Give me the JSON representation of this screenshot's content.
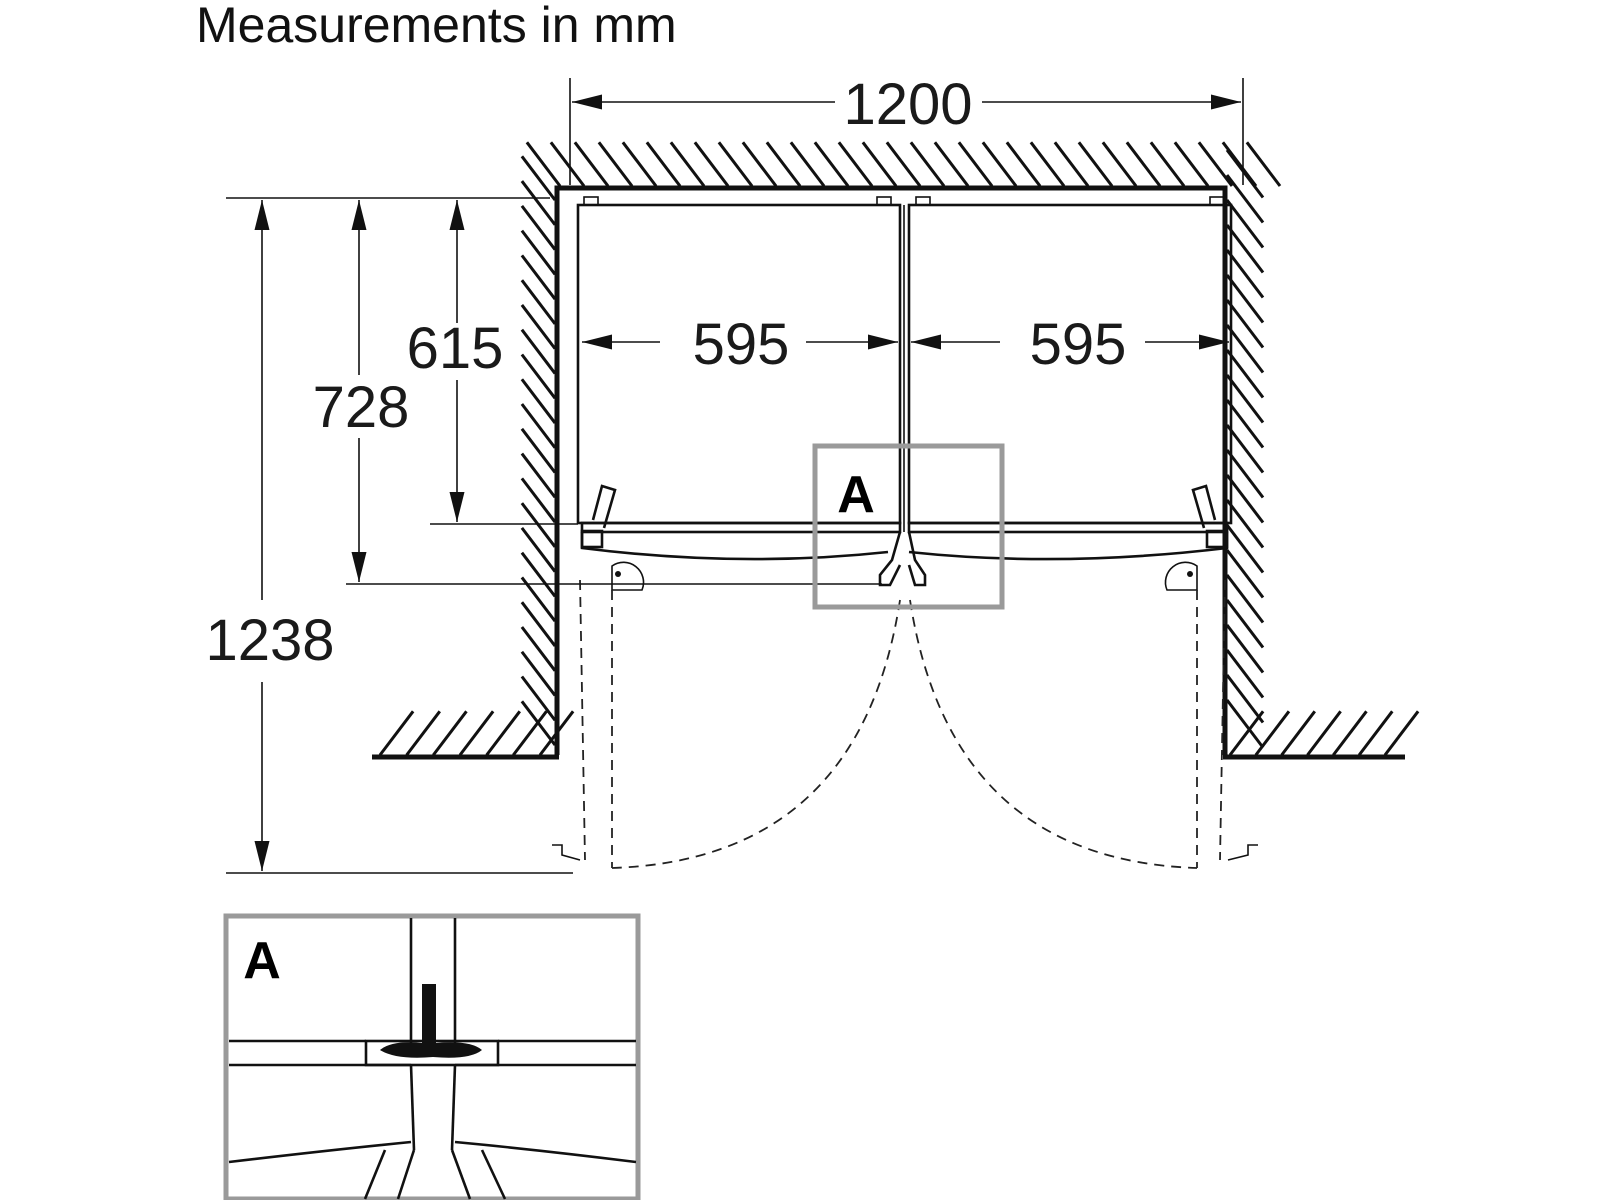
{
  "title": "Measurements in mm",
  "dimensions": {
    "total_width": "1200",
    "left_width": "595",
    "right_width": "595",
    "depth_body": "615",
    "depth_doors": "728",
    "depth_open": "1238"
  },
  "detail_label": "A",
  "detail_inset_label": "A"
}
